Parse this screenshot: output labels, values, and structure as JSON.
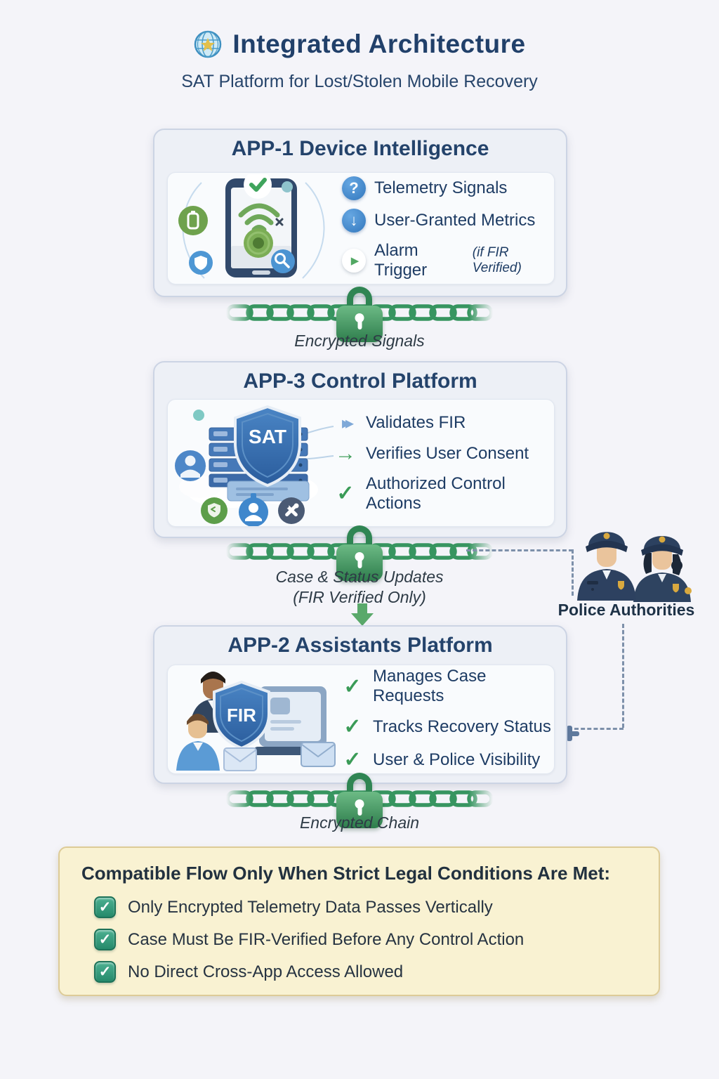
{
  "header": {
    "title": "Integrated Architecture",
    "subtitle": "SAT Platform for Lost/Stolen Mobile Recovery",
    "icon": "globe-icon"
  },
  "app1": {
    "title": "APP-1 Device Intelligence",
    "items": [
      {
        "icon": "question-icon",
        "text": "Telemetry Signals"
      },
      {
        "icon": "download-icon",
        "text": "User-Granted Metrics"
      },
      {
        "icon": "play-icon",
        "text": "Alarm Trigger",
        "note": "(if FIR Verified)"
      }
    ]
  },
  "chain1": {
    "label": "Encrypted Signals",
    "icon": "padlock-icon"
  },
  "app3": {
    "title": "APP-3 Control Platform",
    "shield_label": "SAT",
    "items": [
      {
        "icon": "arrow-right-blue-icon",
        "text": "Validates FIR"
      },
      {
        "icon": "arrow-right-green-icon",
        "text": "Verifies User Consent"
      },
      {
        "icon": "check-green-icon",
        "text": "Authorized Control Actions"
      }
    ]
  },
  "chain2": {
    "label_line1": "Case & Status Updates",
    "label_line2": "(FIR Verified Only)",
    "icon": "padlock-icon"
  },
  "police": {
    "label": "Police Authorities",
    "icon": "police-officers-icon"
  },
  "app2": {
    "title": "APP-2 Assistants Platform",
    "shield_label": "FIR",
    "items": [
      {
        "icon": "check-green-icon",
        "text": "Manages Case Requests"
      },
      {
        "icon": "check-green-icon",
        "text": "Tracks Recovery Status"
      },
      {
        "icon": "check-green-icon",
        "text": "User & Police Visibility"
      }
    ]
  },
  "chain3": {
    "label": "Encrypted Chain",
    "icon": "padlock-icon"
  },
  "legal": {
    "title": "Compatible Flow Only When Strict Legal Conditions Are Met:",
    "items": [
      "Only Encrypted Telemetry Data Passes Vertically",
      "Case Must Be FIR-Verified Before Any Control Action",
      "No Direct Cross-App Access Allowed"
    ]
  },
  "colors": {
    "navy_text": "#24436b",
    "chain_green": "#379560",
    "lock_green": "#2e7d4c",
    "check_green": "#3a9b57",
    "checkbox_teal": "#2f9e80",
    "dashed_slate": "#7d90aa",
    "legal_bg": "#f9f2d2",
    "legal_border": "#ddcb97",
    "box_bg": "#edf0f6"
  }
}
